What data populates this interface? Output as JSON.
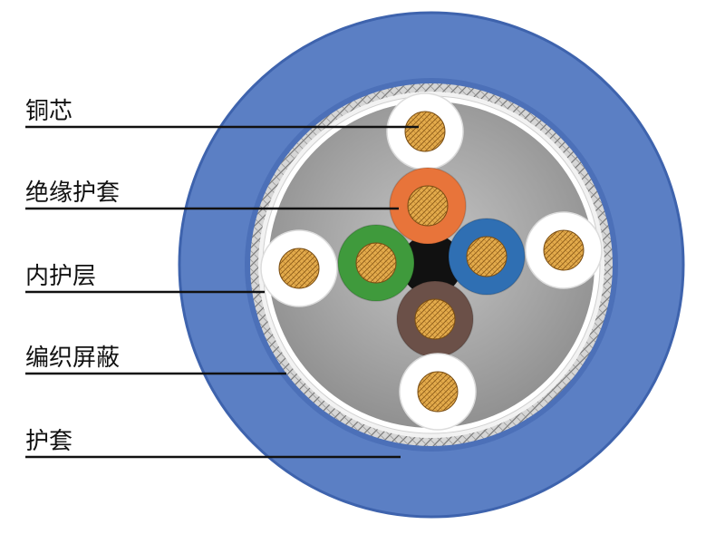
{
  "labels": [
    {
      "id": "copper-core",
      "text": "铜芯"
    },
    {
      "id": "insulation-sheath",
      "text": "绝缘护套"
    },
    {
      "id": "inner-sheath",
      "text": "内护层"
    },
    {
      "id": "braided-shield",
      "text": "编织屏蔽"
    },
    {
      "id": "outer-sheath",
      "text": "护套"
    }
  ],
  "colors": {
    "outer_sheath": "#5b7fc4",
    "outer_sheath_edge": "#2f4e96",
    "shield": "#c9c9c9",
    "filler": "#a8a8a8",
    "copper": "#e0a84a",
    "conductor_white": "#ffffff",
    "conductor_orange": "#e8743a",
    "conductor_green": "#3f9a3c",
    "conductor_blue": "#2f6fb3",
    "conductor_brown": "#6b5048",
    "leader_line": "#111111"
  }
}
